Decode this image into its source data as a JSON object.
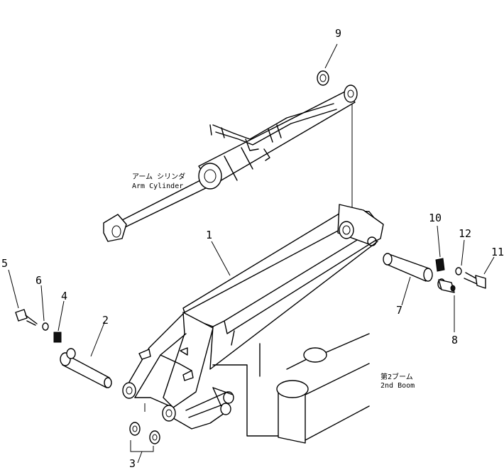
{
  "callouts": [
    "1",
    "2",
    "3",
    "4",
    "5",
    "6",
    "7",
    "8",
    "9",
    "10",
    "11",
    "12"
  ],
  "labels": {
    "arm_cylinder_jp": "アーム シリンダ",
    "arm_cylinder_en": "Arm Cylinder",
    "second_boom_jp": "第2ブーム",
    "second_boom_en": "2nd Boom"
  }
}
